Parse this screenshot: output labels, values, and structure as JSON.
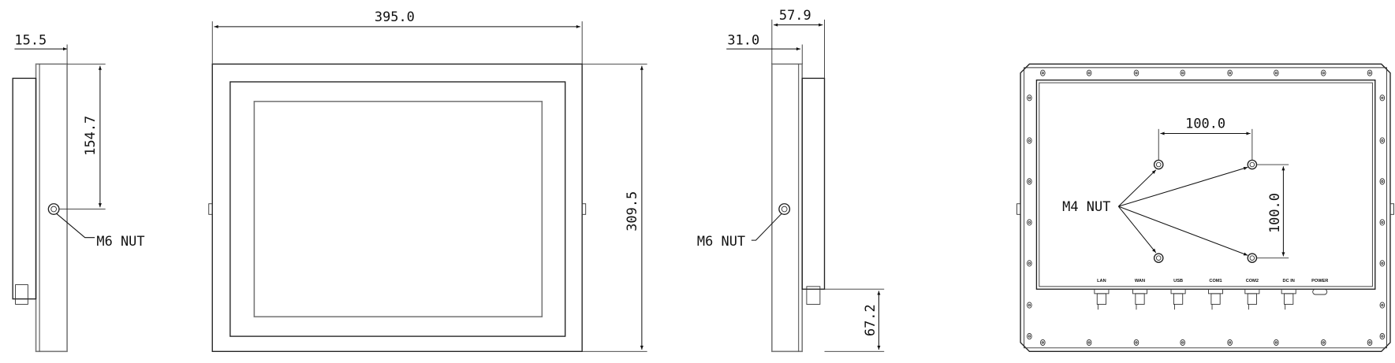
{
  "views": {
    "left_side": {
      "dim_depth": "15.5",
      "dim_nut_height": "154.7",
      "nut_label": "M6 NUT"
    },
    "front": {
      "dim_width": "395.0",
      "dim_height": "309.5"
    },
    "right_side": {
      "dim_total_depth": "57.9",
      "dim_panel_depth": "31.0",
      "nut_label": "M6 NUT",
      "dim_connector": "67.2"
    },
    "rear": {
      "nut_label": "M4 NUT",
      "vesa_horizontal": "100.0",
      "vesa_vertical": "100.0",
      "connectors": [
        "LAN",
        "WAN",
        "USB",
        "COM1",
        "COM2",
        "DC IN",
        "POWER"
      ]
    }
  }
}
